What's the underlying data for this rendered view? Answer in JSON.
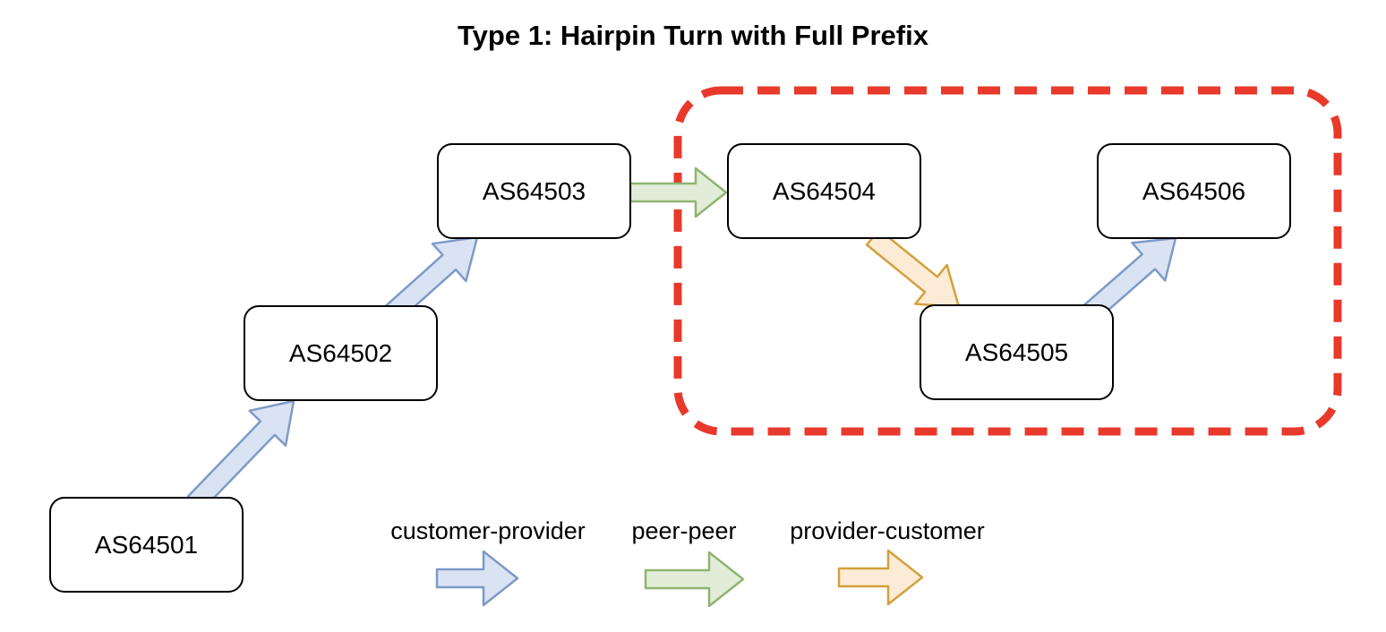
{
  "title": "Type 1: Hairpin Turn with Full Prefix",
  "nodes": [
    {
      "label": "AS64501"
    },
    {
      "label": "AS64502"
    },
    {
      "label": "AS64503"
    },
    {
      "label": "AS64504"
    },
    {
      "label": "AS64505"
    },
    {
      "label": "AS64506"
    }
  ],
  "edges": [
    {
      "from": "AS64501",
      "to": "AS64502",
      "type": "customer-provider"
    },
    {
      "from": "AS64502",
      "to": "AS64503",
      "type": "customer-provider"
    },
    {
      "from": "AS64503",
      "to": "AS64504",
      "type": "peer-peer"
    },
    {
      "from": "AS64504",
      "to": "AS64505",
      "type": "provider-customer"
    },
    {
      "from": "AS64505",
      "to": "AS64506",
      "type": "customer-provider"
    }
  ],
  "highlight_box": {
    "color": "#e8392b",
    "style": "dashed",
    "encloses": [
      "AS64504",
      "AS64505",
      "AS64506"
    ]
  },
  "legend": [
    {
      "label": "customer-provider",
      "arrow_fill": "#dae3f3",
      "arrow_stroke": "#7d9ac8"
    },
    {
      "label": "peer-peer",
      "arrow_fill": "#e2edd9",
      "arrow_stroke": "#8fb470"
    },
    {
      "label": "provider-customer",
      "arrow_fill": "#fcecd5",
      "arrow_stroke": "#d3a03c"
    }
  ],
  "colors": {
    "background": "#ffffff",
    "node_border": "#000000",
    "text": "#000000"
  }
}
